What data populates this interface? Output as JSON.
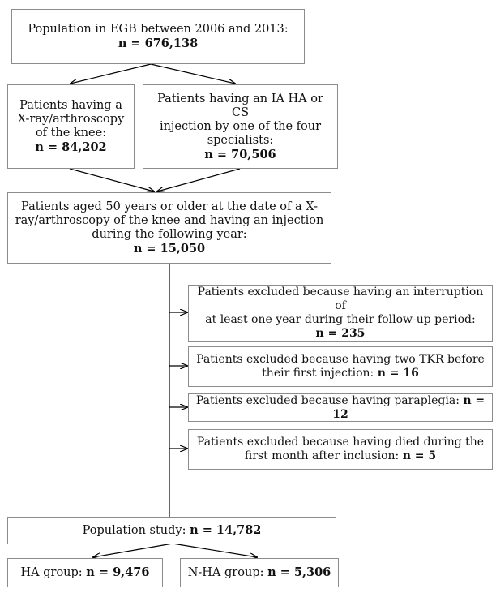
{
  "boxes": {
    "population": {
      "line1": "Population in EGB between 2006 and 2013:",
      "n": "n = 676,138"
    },
    "xray": {
      "lines": [
        "Patients having a",
        "X-ray/arthroscopy",
        "of the knee:"
      ],
      "n": "n = 84,202"
    },
    "injection": {
      "lines": [
        "Patients having an IA HA or CS",
        "injection by one of the four",
        "specialists:"
      ],
      "n": "n = 70,506"
    },
    "aged": {
      "lines": [
        "Patients aged 50 years or older at the date of a X-",
        "ray/arthroscopy of the knee and having an injection",
        "during the following year:"
      ],
      "n": "n = 15,050"
    },
    "excl_interruption": {
      "lines": [
        "Patients excluded because having an interruption of",
        "at least one year during their follow-up period:"
      ],
      "n": "n = 235"
    },
    "excl_tkr": {
      "line1": "Patients excluded because having two TKR before",
      "line2_text": "their first injection: ",
      "n": "n = 16"
    },
    "excl_paraplegia": {
      "text": "Patients excluded because having paraplegia: ",
      "n": "n = 12"
    },
    "excl_died": {
      "line1": "Patients excluded because having died during the",
      "line2_text": "first month after inclusion: ",
      "n": "n = 5"
    },
    "study": {
      "text": "Population study: ",
      "n": "n = 14,782"
    },
    "ha": {
      "text": "HA group: ",
      "n": "n = 9,476"
    },
    "nha": {
      "text": "N-HA group: ",
      "n": "n = 5,306"
    }
  },
  "colors": {
    "border": "#8c8c8c",
    "arrow": "#000000",
    "text": "#111111"
  }
}
